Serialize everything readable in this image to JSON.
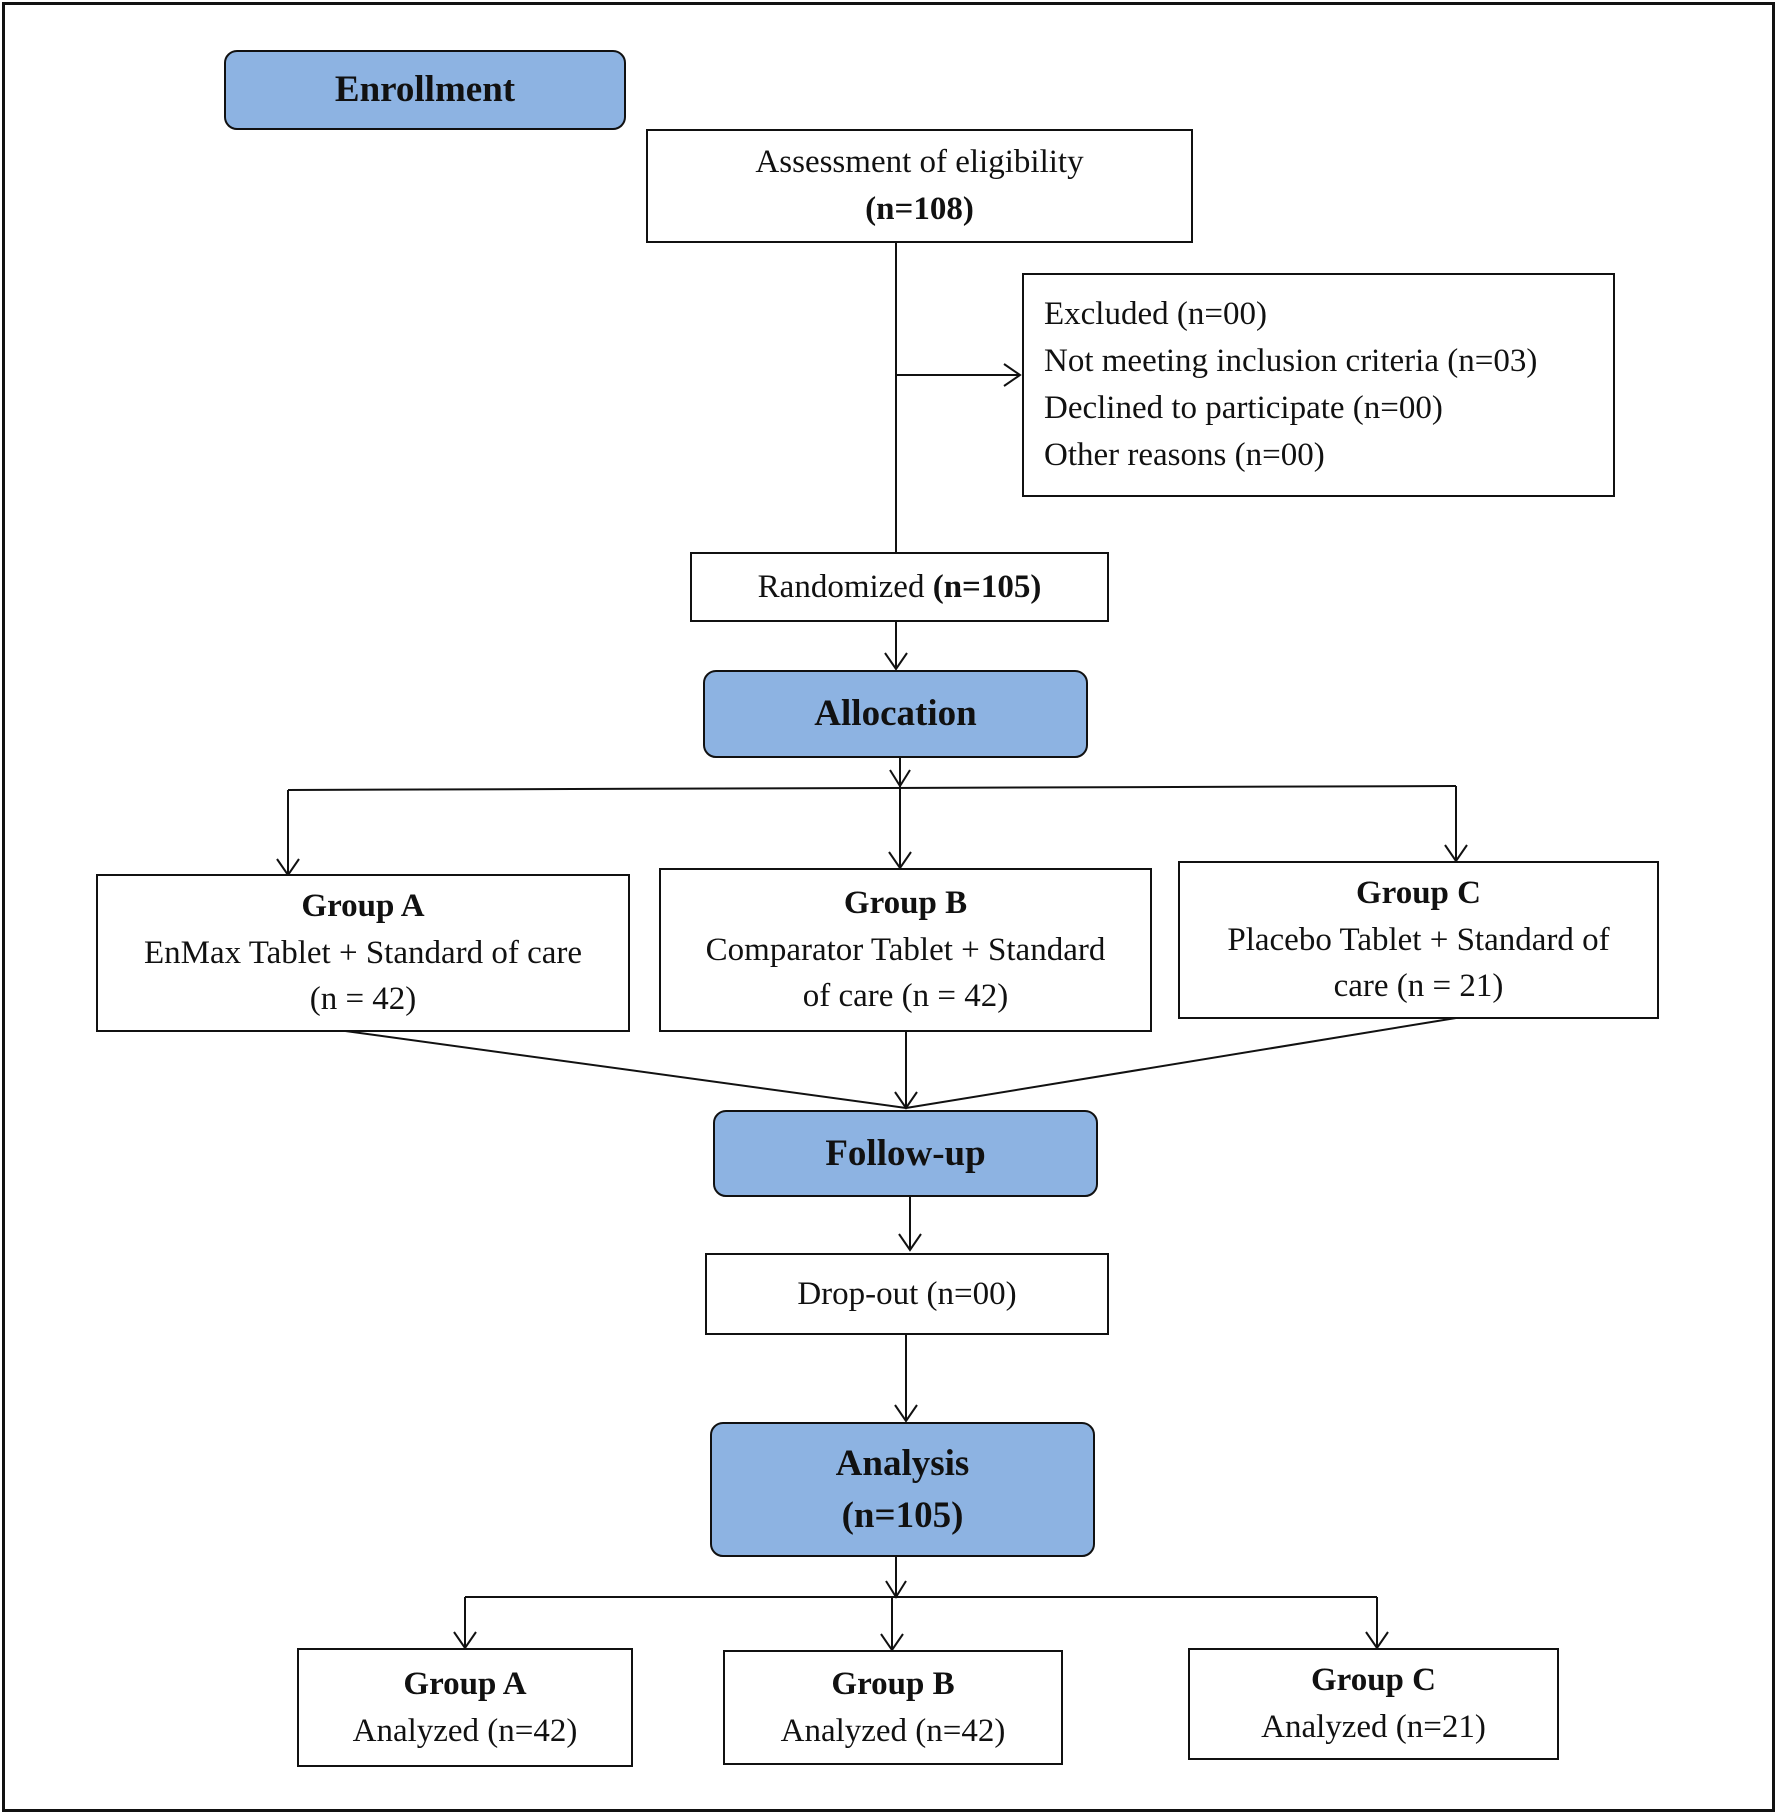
{
  "stages": {
    "enrollment": "Enrollment",
    "allocation": "Allocation",
    "followup": "Follow-up",
    "analysis": "Analysis",
    "analysis_n": "(n=105)"
  },
  "eligibility": {
    "label": "Assessment of eligibility",
    "n": "(n=108)"
  },
  "excluded": {
    "lines": [
      "Excluded (n=00)",
      "Not meeting inclusion criteria (n=03)",
      "Declined to participate (n=00)",
      "Other reasons (n=00)"
    ]
  },
  "randomized": {
    "label": "Randomized ",
    "n": "(n=105)"
  },
  "allocation_groups": [
    {
      "name": "Group A",
      "line1": "EnMax Tablet + Standard of care",
      "line2": "(n = 42)"
    },
    {
      "name": "Group B",
      "line1": "Comparator Tablet + Standard",
      "line2": "of care (n = 42)"
    },
    {
      "name": "Group C",
      "line1": "Placebo Tablet + Standard of",
      "line2": "care (n = 21)"
    }
  ],
  "dropout": {
    "label": "Drop-out (n=00)"
  },
  "analysis_groups": [
    {
      "name": "Group A",
      "line1": "Analyzed (n=42)"
    },
    {
      "name": "Group B",
      "line1": "Analyzed (n=42)"
    },
    {
      "name": "Group C",
      "line1": "Analyzed (n=21)"
    }
  ],
  "colors": {
    "stage_fill": "#8db3e2",
    "line": "#111111"
  }
}
